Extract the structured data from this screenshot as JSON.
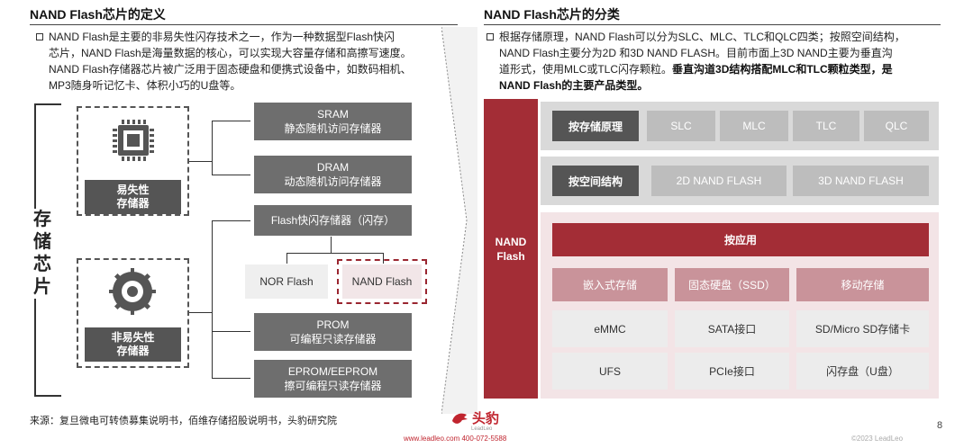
{
  "left": {
    "title": "NAND Flash芯片的定义",
    "bullet": [
      "NAND  Flash是主要的非易失性闪存技术之一，作为一种数据型Flash快闪",
      "芯片，NAND Flash是海量数据的核心，可以实现大容量存储和高擦写速度。",
      "NAND Flash存储器芯片被广泛用于固态硬盘和便携式设备中，如数码相机、",
      "MP3随身听记忆卡、体积小巧的U盘等。"
    ],
    "vertical_label": [
      "存",
      "储",
      "芯",
      "片"
    ],
    "volatile": {
      "line1": "易失性",
      "line2": "存储器",
      "icon": "chip-icon"
    },
    "nonvolatile": {
      "line1": "非易失性",
      "line2": "存储器",
      "icon": "disk-icon"
    },
    "sram": {
      "line1": "SRAM",
      "line2": "静态随机访问存储器"
    },
    "dram": {
      "line1": "DRAM",
      "line2": "动态随机访问存储器"
    },
    "flash": "Flash快闪存储器（闪存）",
    "nor": "NOR Flash",
    "nand": "NAND Flash",
    "prom": {
      "line1": "PROM",
      "line2": "可编程只读存储器"
    },
    "eprom": {
      "line1": "EPROM/EEPROM",
      "line2": "擦可编程只读存储器"
    }
  },
  "right": {
    "title": "NAND Flash芯片的分类",
    "bullet_plain": [
      "根据存储原理，NAND  Flash可以分为SLC、MLC、TLC和QLC四类；按照空间结构，",
      "NAND Flash主要分为2D 和3D NAND FLASH。目前市面上3D NAND主要为垂直沟",
      "道形式，使用MLC或TLC闪存颗粒。"
    ],
    "bullet_bold_1": "垂直沟道3D结构搭配MLC和TLC颗粒类型，是",
    "bullet_bold_2": "NAND Flash的主要产品类型。",
    "side_label": {
      "line1": "NAND",
      "line2": "Flash"
    },
    "principle": {
      "label": "按存储原理",
      "items": [
        "SLC",
        "MLC",
        "TLC",
        "QLC"
      ]
    },
    "structure": {
      "label": "按空间结构",
      "items": [
        "2D NAND FLASH",
        "3D NAND FLASH"
      ]
    },
    "application": {
      "label": "按应用",
      "columns": [
        {
          "head": "嵌入式存储",
          "items": [
            "eMMC",
            "UFS"
          ]
        },
        {
          "head": "固态硬盘（SSD）",
          "items": [
            "SATA接口",
            "PCIe接口"
          ]
        },
        {
          "head": "移动存储",
          "items": [
            "SD/Micro SD存储卡",
            "闪存盘（U盘）"
          ]
        }
      ]
    }
  },
  "footer": {
    "source": "来源：复旦微电可转债募集说明书，佰维存储招股说明书，头豹研究院",
    "brand": "头豹",
    "brand_sub": "LeadLeo",
    "contact": "www.leadleo.com   400-072-5588",
    "copyright": "©2023 LeadLeo",
    "page": "8"
  },
  "colors": {
    "accent": "#a32d36",
    "dark_gray": "#555555",
    "mid_gray": "#6e6e6e"
  }
}
